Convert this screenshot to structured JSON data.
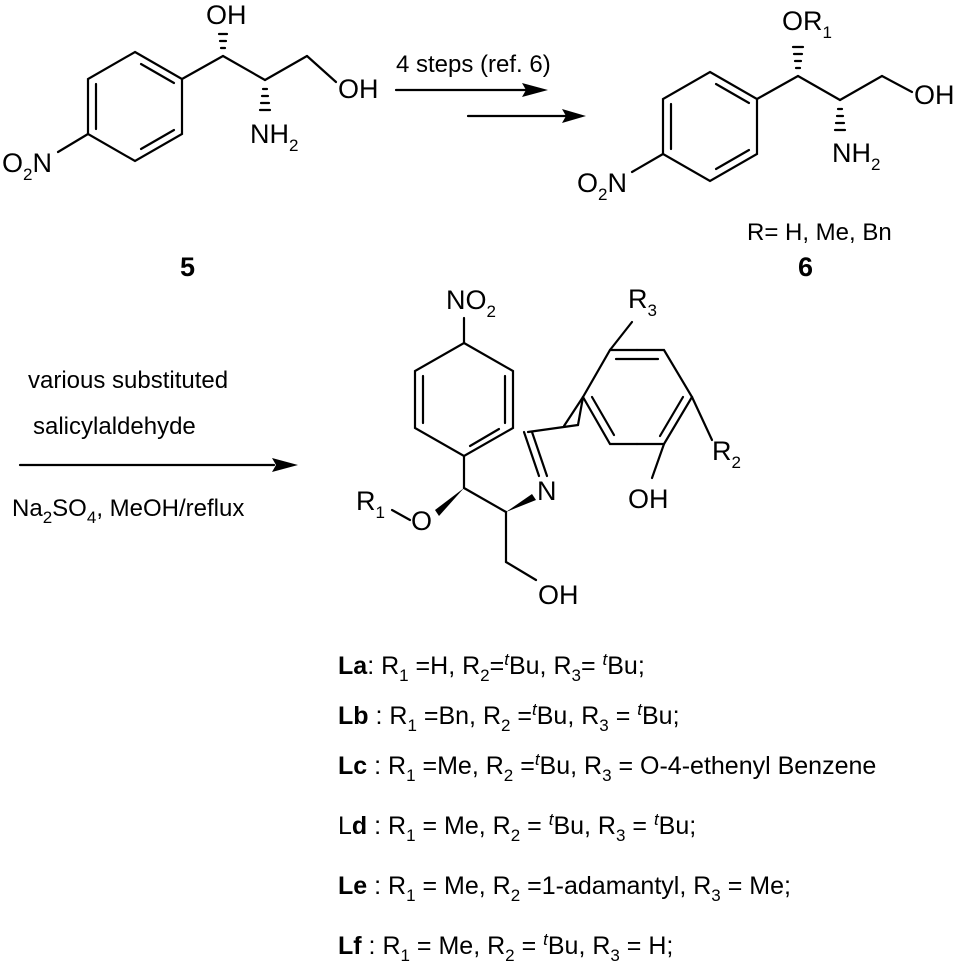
{
  "compound_5": {
    "number": "5",
    "oh_top": "OH",
    "oh_right": "OH",
    "nh2": "NH",
    "nh2_sub": "2",
    "no2": "O",
    "no2_sub": "2",
    "no2_n": "N"
  },
  "step1": {
    "label": "4 steps (ref. 6)"
  },
  "compound_6": {
    "number": "6",
    "or1": "OR",
    "or1_sub": "1",
    "oh_right": "OH",
    "nh2": "NH",
    "nh2_sub": "2",
    "no2": "O",
    "no2_sub": "2",
    "no2_n": "N",
    "r_note": "R= H, Me, Bn"
  },
  "step2": {
    "line1": "various substituted",
    "line2": "salicylaldehyde",
    "reagent_a": "Na",
    "reagent_a_sub": "2",
    "reagent_b": "SO",
    "reagent_b_sub": "4",
    "reagent_c": ", MeOH/reflux"
  },
  "ligand": {
    "no2": "NO",
    "no2_sub": "2",
    "r3": "R",
    "r3_sub": "3",
    "r2": "R",
    "r2_sub": "2",
    "r1": "R",
    "r1_sub": "1",
    "o": "O",
    "n": "N",
    "oh_phenol": "OH",
    "oh_bottom": "OH"
  },
  "ligand_list": [
    {
      "name": "La",
      "r1": ": R",
      "r1_sub": "1",
      "r1_val": " =H, R",
      "r2_sub": "2",
      "r2_eq": "=",
      "r2_sup": "t",
      "r2_val": "Bu, R",
      "r3_sub": "3",
      "r3_eq": "= ",
      "r3_sup": "t",
      "r3_val": "Bu;"
    },
    {
      "name": "Lb",
      "r1": " : R",
      "r1_sub": "1",
      "r1_val": " =Bn, R",
      "r2_sub": "2",
      "r2_eq": " =",
      "r2_sup": "t",
      "r2_val": "Bu, R",
      "r3_sub": "3",
      "r3_eq": " = ",
      "r3_sup": "t",
      "r3_val": "Bu;"
    },
    {
      "name": "Lc",
      "r1": " : R",
      "r1_sub": "1",
      "r1_val": " =Me, R",
      "r2_sub": "2",
      "r2_eq": " =",
      "r2_sup": "t",
      "r2_val": "Bu, R",
      "r3_sub": "3",
      "r3_eq": " = O-4-ethenyl Benzene",
      "r3_sup": "",
      "r3_val": ""
    },
    {
      "name_plain": "L",
      "name": "d",
      "r1": " : R",
      "r1_sub": "1",
      "r1_val": " = Me, R",
      "r2_sub": "2",
      "r2_eq": " = ",
      "r2_sup": "t",
      "r2_val": "Bu, R",
      "r3_sub": "3",
      "r3_eq": " = ",
      "r3_sup": "t",
      "r3_val": "Bu;"
    },
    {
      "name": "Le",
      "r1": " : R",
      "r1_sub": "1",
      "r1_val": " = Me, R",
      "r2_sub": "2",
      "r2_eq": " =1-adamantyl, R",
      "r2_sup": "",
      "r2_val": "",
      "r3_sub": "3",
      "r3_eq": " = Me;",
      "r3_sup": "",
      "r3_val": ""
    },
    {
      "name": "Lf",
      "r1": " : R",
      "r1_sub": "1",
      "r1_val": " = Me, R",
      "r2_sub": "2",
      "r2_eq": " = ",
      "r2_sup": "t",
      "r2_val": "Bu, R",
      "r3_sub": "3",
      "r3_eq": " = H;",
      "r3_sup": "",
      "r3_val": ""
    }
  ]
}
